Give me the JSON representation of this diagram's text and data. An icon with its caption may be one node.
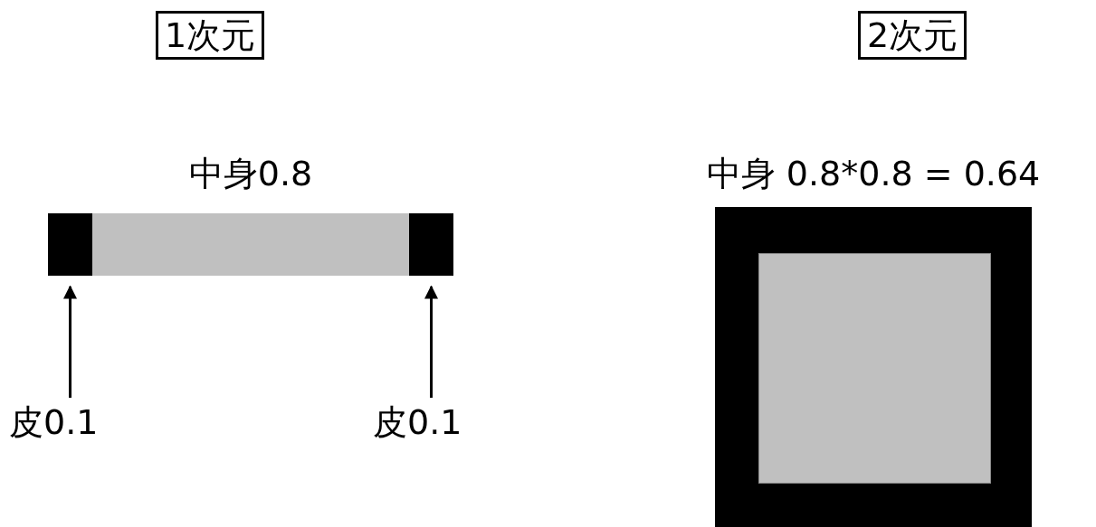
{
  "diagram": {
    "nodes": [
      {
        "text": [
          "1次元"
        ]
      },
      {
        "text": [
          "2次元"
        ]
      },
      {
        "text": [
          "中身0.8"
        ]
      },
      {
        "text": [
          "中身 0.8*0.8 = 0.64"
        ]
      },
      {
        "text": [],
        "shape": "box",
        "in": 3
      },
      {
        "text": [],
        "shape": "bar"
      },
      {
        "text": [],
        "shape": "bar"
      },
      {
        "text": [
          "皮0.1"
        ]
      },
      {
        "text": [
          "皮0.1"
        ]
      }
    ],
    "edges": [
      {
        "from": 7,
        "to": 5,
        "arrow": "to"
      },
      {
        "from": 8,
        "to": 6,
        "arrow": "to"
      }
    ]
  }
}
